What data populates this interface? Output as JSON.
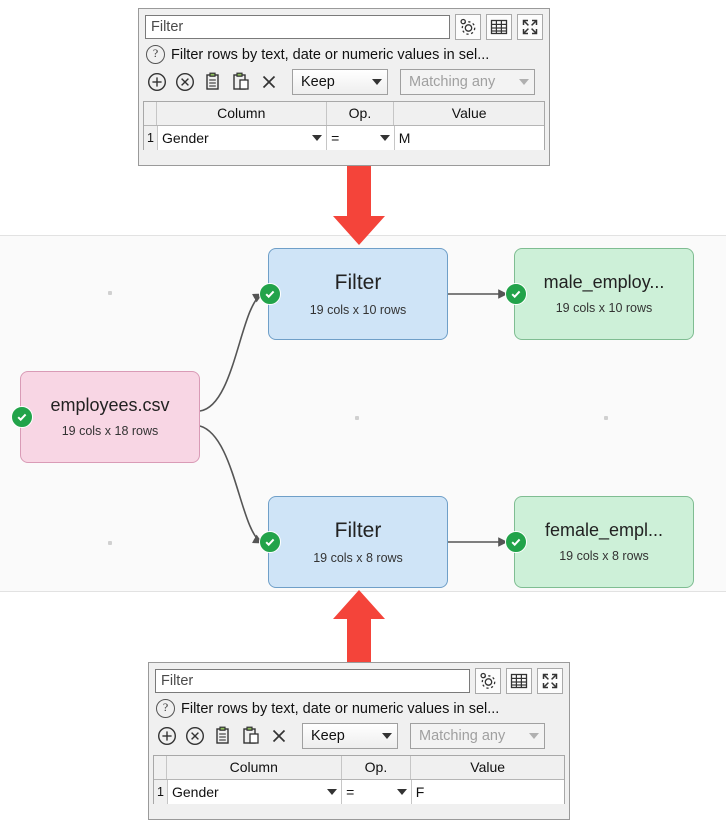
{
  "top_panel": {
    "name": "filter-panel-male",
    "title_value": "Filter",
    "description": "Filter rows by text, date or numeric values in sel...",
    "help_glyph": "?",
    "icons": {
      "settings": "gear-icon",
      "table": "table-icon",
      "expand": "expand-icon",
      "add": "add-circle-icon",
      "remove": "remove-circle-icon",
      "copy": "copy-icon",
      "paste": "paste-icon",
      "clear": "close-x-icon"
    },
    "keep_combo": "Keep",
    "match_combo": "Matching any",
    "columns": [
      "Column",
      "Op.",
      "Value"
    ],
    "rows": [
      {
        "num": "1",
        "column": "Gender",
        "op": "=",
        "value": "M"
      }
    ]
  },
  "bottom_panel": {
    "name": "filter-panel-female",
    "title_value": "Filter",
    "description": "Filter rows by text, date or numeric values in sel...",
    "help_glyph": "?",
    "keep_combo": "Keep",
    "match_combo": "Matching any",
    "columns": [
      "Column",
      "Op.",
      "Value"
    ],
    "rows": [
      {
        "num": "1",
        "column": "Gender",
        "op": "=",
        "value": "F"
      }
    ]
  },
  "canvas": {
    "nodes": [
      {
        "id": "source",
        "title": "employees.csv",
        "subtitle": "19 cols x 18 rows",
        "type": "source"
      },
      {
        "id": "filter-top",
        "title": "Filter",
        "subtitle": "19 cols x 10 rows",
        "type": "filter"
      },
      {
        "id": "out-top",
        "title": "male_employ...",
        "subtitle": "19 cols x 10 rows",
        "type": "output"
      },
      {
        "id": "filter-bot",
        "title": "Filter",
        "subtitle": "19 cols x 8 rows",
        "type": "filter"
      },
      {
        "id": "out-bot",
        "title": "female_empl...",
        "subtitle": "19 cols x 8 rows",
        "type": "output"
      }
    ],
    "colors": {
      "filter_fill": "#cfe4f7",
      "output_fill": "#cdf0d8",
      "source_fill": "#f8d6e4",
      "status_ok": "#22a34a",
      "annotation_arrow": "#f4443a"
    }
  }
}
